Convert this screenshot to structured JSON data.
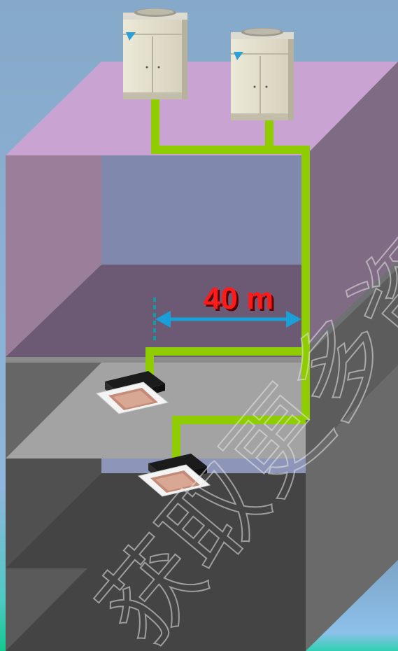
{
  "diagram": {
    "distance_label": "40 m",
    "watermark": "获取更多资",
    "colors": {
      "pipe": "#8fcc00",
      "arrow": "#1aa0d8",
      "label": "#ff1a1a",
      "label_shadow": "#5a0000",
      "roof": "#c8a2d2",
      "upper_floor_wall": "#7e6e8e",
      "lower_floor": "#4a4a4a",
      "background_top": "#7fa6c8",
      "background_bottom": "#19c99a"
    },
    "components": {
      "outdoor_units": 2,
      "indoor_cassette_units": 2
    }
  }
}
